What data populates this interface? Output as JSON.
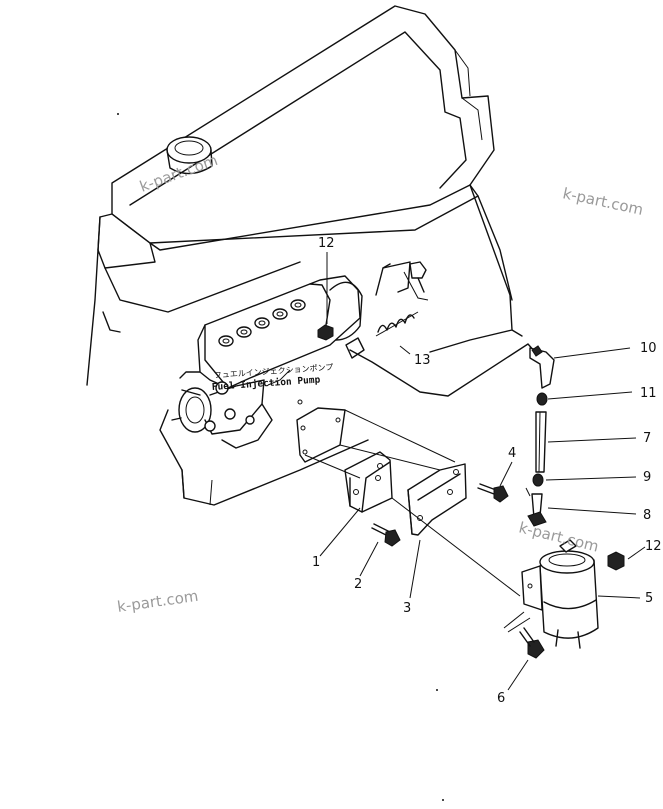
{
  "watermarks": [
    "k-part.com",
    "k-part.com",
    "k-part.com",
    "k-part.com"
  ],
  "pump_label": {
    "jp": "フュエルインジェクションポンプ",
    "en": "Fuel Injection Pump"
  },
  "callouts": {
    "n1": "1",
    "n2": "2",
    "n3": "3",
    "n4": "4",
    "n5": "5",
    "n6": "6",
    "n7": "7",
    "n8": "8",
    "n9": "9",
    "n10": "10",
    "n11": "11",
    "n12a": "12",
    "n12b": "12",
    "n13": "13"
  }
}
